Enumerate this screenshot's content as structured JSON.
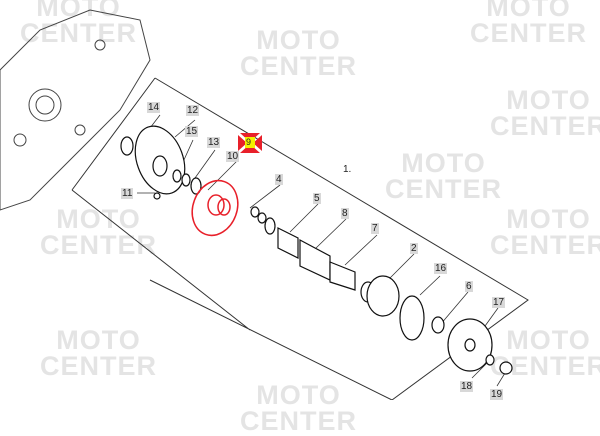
{
  "watermark": {
    "line1": "MOTO",
    "line2": "CENTER"
  },
  "parts": [
    {
      "id": "1",
      "label": "1."
    },
    {
      "id": "2",
      "label": "2"
    },
    {
      "id": "4",
      "label": "4"
    },
    {
      "id": "5",
      "label": "5"
    },
    {
      "id": "6",
      "label": "6"
    },
    {
      "id": "7",
      "label": "7"
    },
    {
      "id": "8",
      "label": "8"
    },
    {
      "id": "9",
      "label": "9"
    },
    {
      "id": "10",
      "label": "10"
    },
    {
      "id": "11",
      "label": "11"
    },
    {
      "id": "12",
      "label": "12"
    },
    {
      "id": "13",
      "label": "13"
    },
    {
      "id": "14",
      "label": "14"
    },
    {
      "id": "15",
      "label": "15"
    },
    {
      "id": "16",
      "label": "16"
    },
    {
      "id": "17",
      "label": "17"
    },
    {
      "id": "18",
      "label": "18"
    },
    {
      "id": "19",
      "label": "19"
    }
  ],
  "colors": {
    "highlight": "#e8202a",
    "marker": "#e8202a",
    "marker_fill": "#f4f000"
  }
}
